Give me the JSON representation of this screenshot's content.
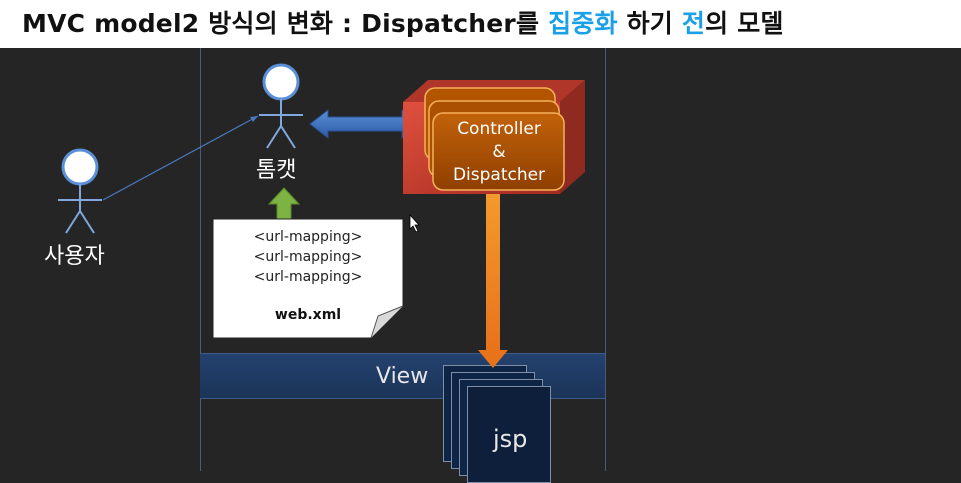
{
  "title": {
    "part1": "MVC model2 방식의 변화 : Dispatcher를 ",
    "highlight1": "집중화",
    "part2": " 하기 ",
    "highlight2": "전",
    "part3": "의 모델"
  },
  "actors": {
    "user": "사용자",
    "tomcat": "톰캣"
  },
  "controller": {
    "line1": "Controller",
    "line2": "&",
    "line3": "Dispatcher"
  },
  "webxml": {
    "lines": [
      "<url-mapping>",
      "<url-mapping>",
      "<url-mapping>"
    ],
    "filename": "web.xml"
  },
  "view": {
    "label": "View",
    "page": "jsp"
  },
  "colors": {
    "background": "#252525",
    "highlight": "#1aa0e8",
    "red_box": "#c0392b",
    "controller_fill": "#b35400",
    "double_arrow": "#3a6fc4",
    "green_arrow": "#7cb342",
    "orange_arrow": "#f08a24",
    "view_band": "#1f3a63"
  }
}
